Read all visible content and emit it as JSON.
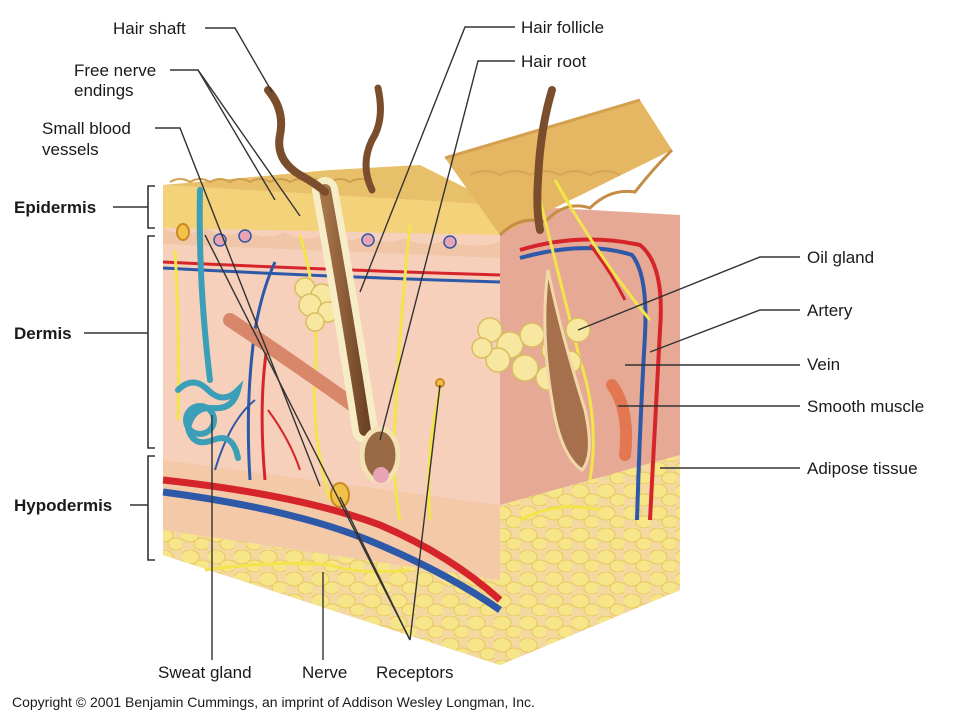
{
  "labels": {
    "hair_shaft": "Hair shaft",
    "free_nerve_endings_1": "Free nerve",
    "free_nerve_endings_2": "endings",
    "small_blood_vessels_1": "Small blood",
    "small_blood_vessels_2": "vessels",
    "hair_follicle": "Hair follicle",
    "hair_root": "Hair root",
    "oil_gland": "Oil gland",
    "artery": "Artery",
    "vein": "Vein",
    "smooth_muscle": "Smooth muscle",
    "adipose_tissue": "Adipose tissue",
    "sweat_gland": "Sweat gland",
    "nerve": "Nerve",
    "receptors": "Receptors"
  },
  "layers": {
    "epidermis": "Epidermis",
    "dermis": "Dermis",
    "hypodermis": "Hypodermis"
  },
  "copyright": "Copyright © 2001 Benjamin Cummings, an imprint of Addison Wesley Longman, Inc.",
  "colors": {
    "epidermis": "#e2b566",
    "dermis_front": "#f4c9b1",
    "dermis_side": "#e8b09a",
    "hypodermis": "#f1cfae",
    "fat": "#f6e27e",
    "artery": "#d5252b",
    "vein": "#2e58a8",
    "nerve": "#f2e54a",
    "sweat_gland": "#3b9fb8",
    "hair": "#8b5a36"
  }
}
